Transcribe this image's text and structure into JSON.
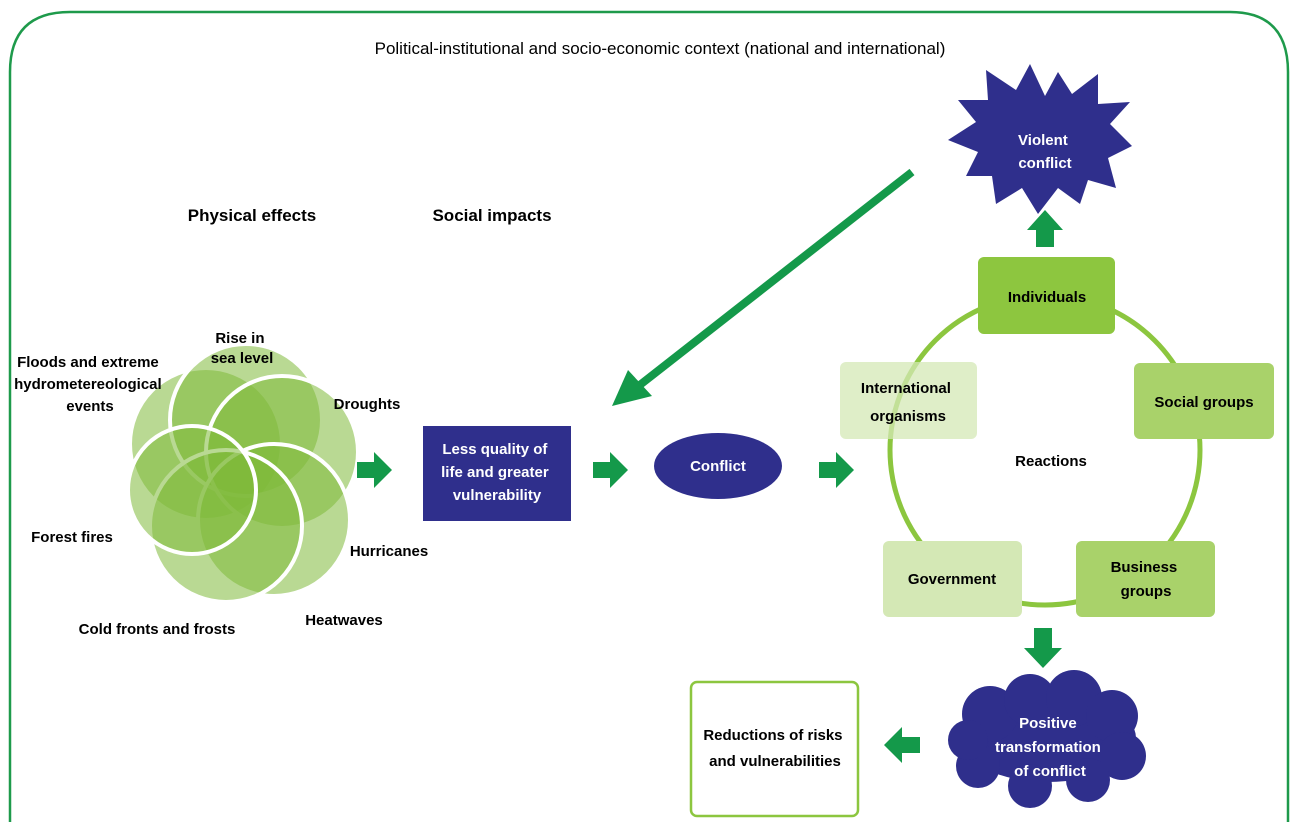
{
  "context_title": "Political-institutional and socio-economic context (national and international)",
  "headings": {
    "physical_effects": "Physical effects",
    "social_impacts": "Social impacts"
  },
  "physical_effects": {
    "rise_sea_level": [
      "Rise in",
      "sea level"
    ],
    "floods": [
      "Floods and extreme",
      "hydrometereological",
      "events"
    ],
    "droughts": "Droughts",
    "forest_fires": "Forest fires",
    "hurricanes": "Hurricanes",
    "cold_fronts": "Cold fronts and frosts",
    "heatwaves": "Heatwaves"
  },
  "impact_box": [
    "Less quality of",
    "life and greater",
    "vulnerability"
  ],
  "conflict": "Conflict",
  "violent_conflict": [
    "Violent",
    "conflict"
  ],
  "reactions": {
    "center_label": "Reactions",
    "individuals": "Individuals",
    "social_groups": "Social groups",
    "business_groups": [
      "Business",
      "groups"
    ],
    "government": "Government",
    "international_organisms": [
      "International",
      "organisms"
    ]
  },
  "positive_transformation": [
    "Positive",
    "transformation",
    "of conflict"
  ],
  "reductions": [
    "Reductions of risks",
    "and vulnerabilities"
  ],
  "colors": {
    "frame_green": "#1e9a4b",
    "arrow_green": "#14994a",
    "navy": "#2f2f8c",
    "ring_green": "#8cc63f",
    "dark_green": "#8dc63f",
    "mid_green": "#a9d26a",
    "light_green": "#d4e8b5",
    "circle_green": "#7fb93b"
  }
}
